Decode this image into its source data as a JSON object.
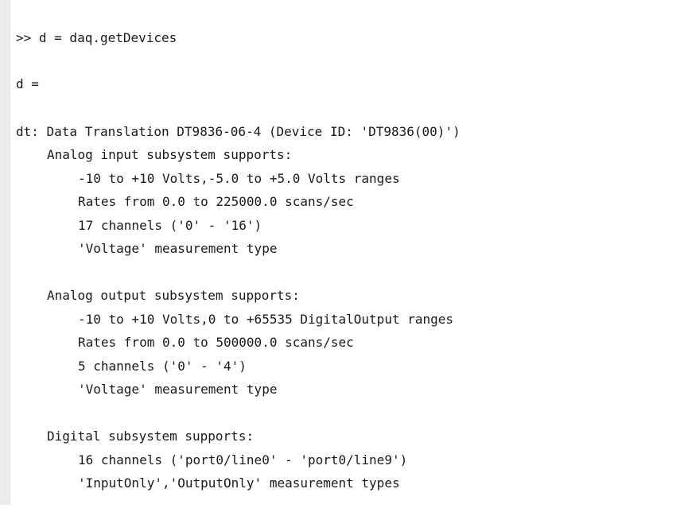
{
  "console": {
    "command": ">> d = daq.getDevices",
    "var_assign": "d =",
    "device_line": "dt: Data Translation DT9836-06-4 (Device ID: 'DT9836(00)')",
    "analog_input": {
      "heading": "Analog input subsystem supports:",
      "ranges": "-10 to +10 Volts,-5.0 to +5.0 Volts ranges",
      "rates": "Rates from 0.0 to 225000.0 scans/sec",
      "channels": "17 channels ('0' - '16')",
      "measurement": "'Voltage' measurement type"
    },
    "analog_output": {
      "heading": "Analog output subsystem supports:",
      "ranges": "-10 to +10 Volts,0 to +65535 DigitalOutput ranges",
      "rates": "Rates from 0.0 to 500000.0 scans/sec",
      "channels": "5 channels ('0' - '4')",
      "measurement": "'Voltage' measurement type"
    },
    "digital": {
      "heading": "Digital subsystem supports:",
      "channels": "16 channels ('port0/line0' - 'port0/line9')",
      "measurement": "'InputOnly','OutputOnly' measurement types"
    }
  }
}
